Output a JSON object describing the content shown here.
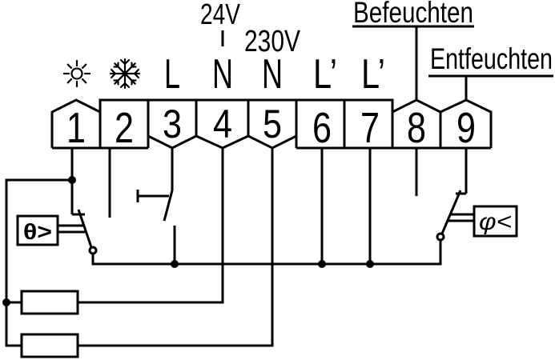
{
  "supply": {
    "low_voltage": "24V",
    "mains_voltage": "230V"
  },
  "outputs": {
    "humidify": "Befeuchten",
    "dehumidify": "Entfeuchten"
  },
  "icons": {
    "terminal_1": "sun-icon",
    "terminal_2": "snowflake-icon"
  },
  "terminals": [
    {
      "number": "1",
      "label": ""
    },
    {
      "number": "2",
      "label": ""
    },
    {
      "number": "3",
      "label": "L"
    },
    {
      "number": "4",
      "label": "N"
    },
    {
      "number": "5",
      "label": "N"
    },
    {
      "number": "6",
      "label": "L’"
    },
    {
      "number": "7",
      "label": "L’"
    },
    {
      "number": "8",
      "label": ""
    },
    {
      "number": "9",
      "label": ""
    }
  ],
  "sensors": {
    "temperature": "θ>",
    "humidity": "φ<"
  },
  "colors": {
    "line": "#000000",
    "background": "#ffffff"
  }
}
